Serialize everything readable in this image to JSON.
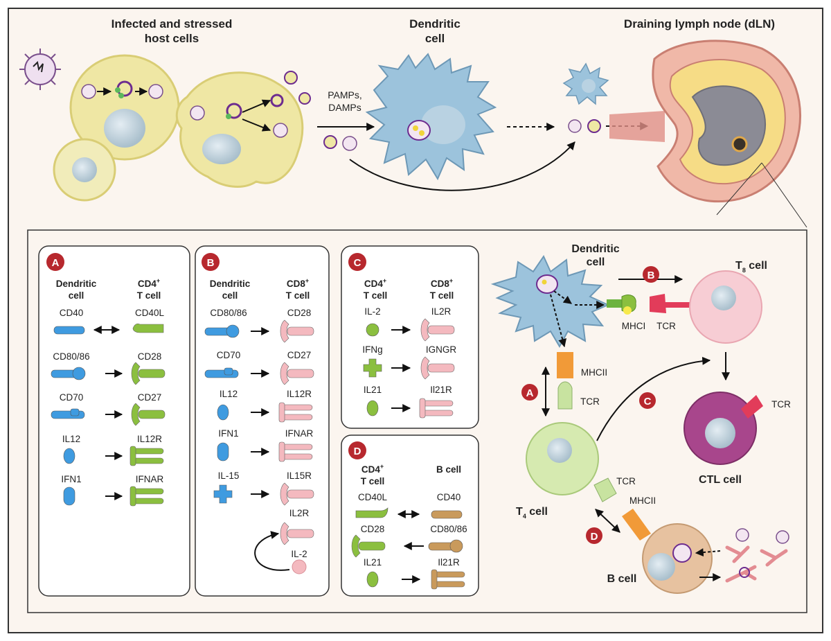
{
  "headers": {
    "infected": [
      "Infected and stressed",
      "host cells"
    ],
    "dendritic": [
      "Dendritic",
      "cell"
    ],
    "dln": "Draining lymph node (dLN)"
  },
  "signals": [
    "PAMPs,",
    "DAMPs"
  ],
  "panelA": {
    "letter": "A",
    "col1": [
      "Dendritic",
      "cell"
    ],
    "col2": [
      "CD4",
      "+",
      "T cell"
    ],
    "pairs": [
      {
        "left": "CD40",
        "right": "CD40L",
        "arrow": "both"
      },
      {
        "left": "CD80/86",
        "right": "CD28",
        "arrow": "right"
      },
      {
        "left": "CD70",
        "right": "CD27",
        "arrow": "right"
      },
      {
        "left": "IL12",
        "right": "IL12R",
        "arrow": "right"
      },
      {
        "left": "IFN1",
        "right": "IFNAR",
        "arrow": "right"
      }
    ]
  },
  "panelB": {
    "letter": "B",
    "col1": [
      "Dendritic",
      "cell"
    ],
    "col2": [
      "CD8",
      "+",
      "T cell"
    ],
    "pairs": [
      {
        "left": "CD80/86",
        "right": "CD28"
      },
      {
        "left": "CD70",
        "right": "CD27"
      },
      {
        "left": "IL12",
        "right": "IL12R"
      },
      {
        "left": "IFN1",
        "right": "IFNAR"
      },
      {
        "left": "IL-15",
        "right": "IL15R"
      }
    ],
    "loop_receptor": "IL2R",
    "loop_ligand": "IL-2"
  },
  "panelC": {
    "letter": "C",
    "col1": [
      "CD4",
      "+",
      "T cell"
    ],
    "col2": [
      "CD8",
      "+",
      "T cell"
    ],
    "pairs": [
      {
        "left": "IL-2",
        "right": "IL2R"
      },
      {
        "left": "IFNg",
        "right": "IGNGR"
      },
      {
        "left": "IL21",
        "right": "Il21R"
      }
    ]
  },
  "panelD": {
    "letter": "D",
    "col1": [
      "CD4",
      "+",
      "T cell"
    ],
    "col2": "B cell",
    "pairs": [
      {
        "left": "CD40L",
        "right": "CD40",
        "arrow": "both"
      },
      {
        "left": "CD28",
        "right": "CD80/86",
        "arrow": "left"
      },
      {
        "left": "IL21",
        "right": "Il21R",
        "arrow": "right"
      }
    ]
  },
  "right": {
    "dendritic": [
      "Dendritic",
      "cell"
    ],
    "t8": [
      "T",
      "8",
      " cell"
    ],
    "t4": [
      "T",
      "4",
      " cell"
    ],
    "ctl": "CTL cell",
    "bcell": "B cell",
    "mhci": "MHCI",
    "mhcii_top": "MHCII",
    "mhcii_bottom": "MHCII",
    "tcr1": "TCR",
    "tcr2": "TCR",
    "tcr3": "TCR",
    "tcr4": "TCR",
    "badges": [
      "A",
      "B",
      "C",
      "D"
    ]
  },
  "colors": {
    "badge": "#b7282e",
    "dc_blue": "#9cc3dc",
    "host_yellow": "#efe7a4",
    "ligand_blue": "#3f9be0",
    "receptor_green": "#8bbf3f",
    "receptor_pink": "#f4b9bf",
    "bcell_tan": "#c99a5c",
    "t4_green": "#d6eab0",
    "t8_pink": "#f7cdd4",
    "ctl_purple": "#a8468c",
    "bcell_body": "#e7c2a0"
  }
}
